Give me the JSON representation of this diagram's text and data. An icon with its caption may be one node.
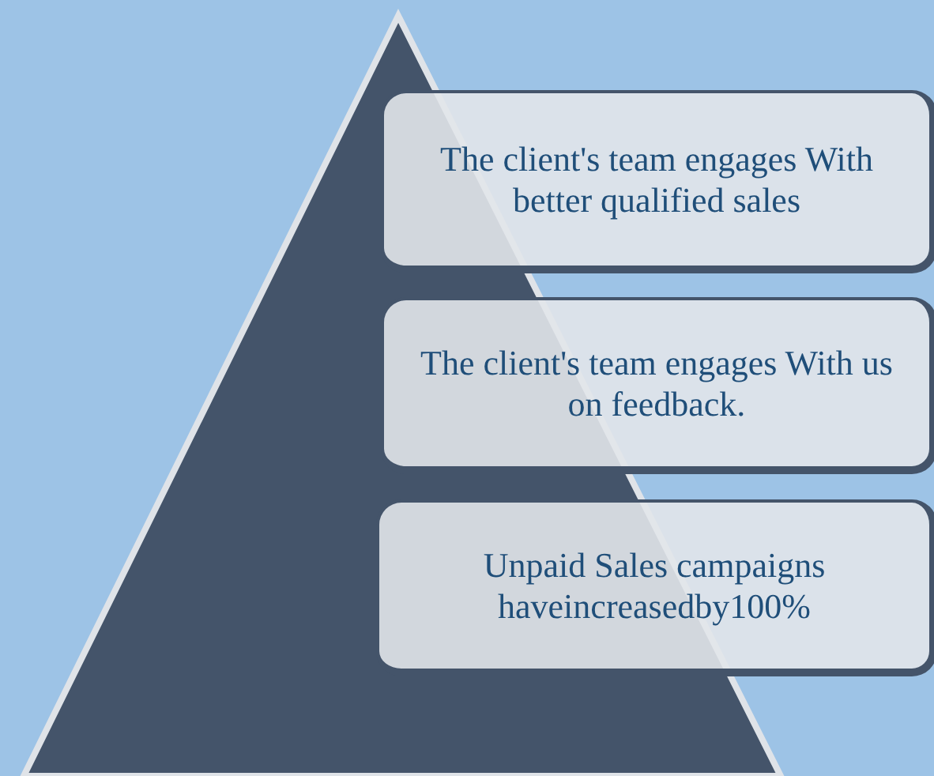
{
  "diagram": {
    "nodes": [
      {
        "text": [
          "The client's team engages With better qualified sales"
        ]
      },
      {
        "text": [
          "The client's team engages With us on feedback."
        ]
      },
      {
        "text": [
          "Unpaid Sales campaigns haveincreasedby100%"
        ]
      }
    ]
  }
}
